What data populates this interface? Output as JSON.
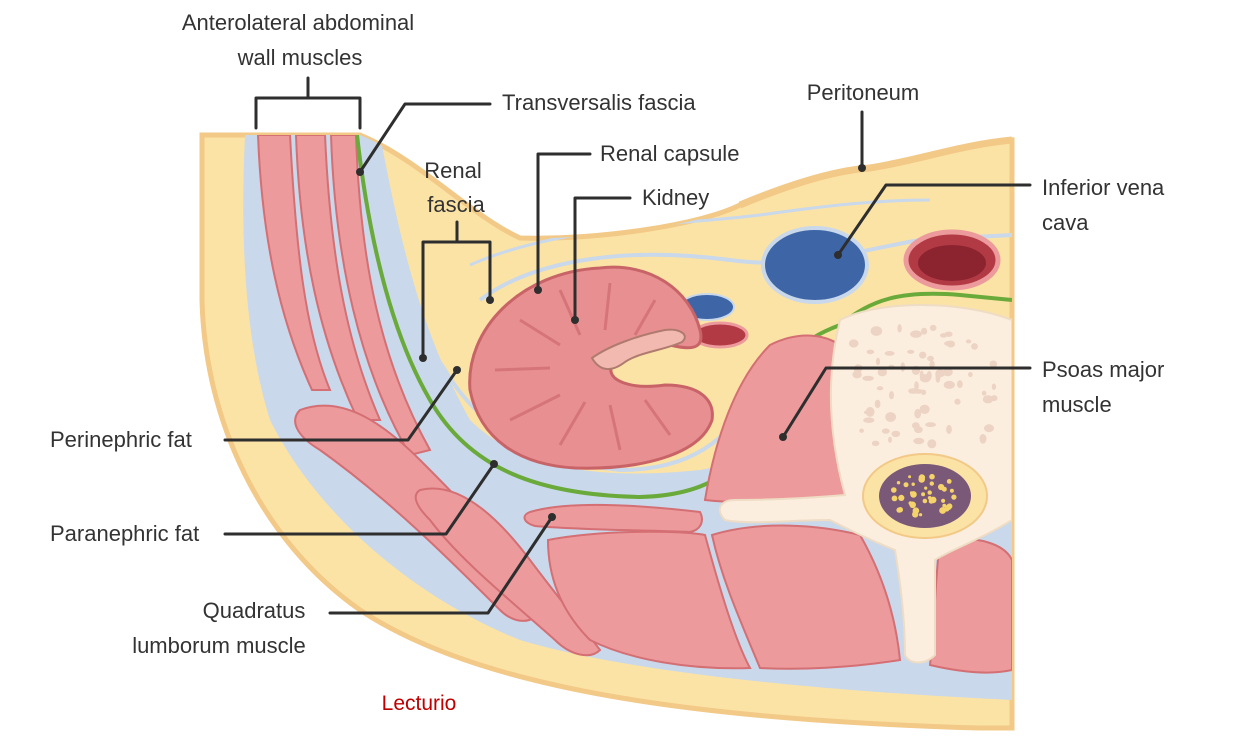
{
  "labels": {
    "anterolateral": [
      "Anterolateral abdominal",
      "wall muscles"
    ],
    "transversalis_fascia": "Transversalis fascia",
    "peritoneum": "Peritoneum",
    "renal_fascia": [
      "Renal",
      "fascia"
    ],
    "renal_capsule": "Renal capsule",
    "kidney": "Kidney",
    "inferior_vena_cava": [
      "Inferior vena",
      "cava"
    ],
    "psoas_major": [
      "Psoas major",
      "muscle"
    ],
    "perinephric_fat": "Perinephric fat",
    "paranephric_fat": "Paranephric fat",
    "quadratus_lumborum": [
      "Quadratus",
      "lumborum muscle"
    ]
  },
  "brand": "Lecturio",
  "colors": {
    "fat": "#fbe3a6",
    "skin_outline": "#f2c987",
    "fascia": "#c9d8ea",
    "muscle": "#ec9a9c",
    "muscle_dark": "#d46f74",
    "transversalis": "#6aaa3a",
    "vena_cava": "#3e66a6",
    "aorta": "#b23a45",
    "bone": "#fbeede",
    "marrow": "#7a5878",
    "brand": "#c00000"
  }
}
